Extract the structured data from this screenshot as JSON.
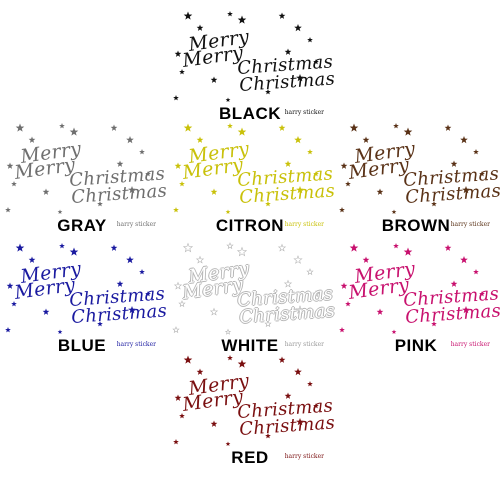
{
  "decal": {
    "line1": "Merry",
    "line2": "Merry",
    "line3": "Christmas",
    "line4": "Christmas",
    "brand": "harry sticker"
  },
  "variants": [
    {
      "label": "BLACK",
      "color": "#111111"
    },
    {
      "label": "GRAY",
      "color": "#6f6f6f"
    },
    {
      "label": "CITRON",
      "color": "#c9c10a"
    },
    {
      "label": "BROWN",
      "color": "#5a3217"
    },
    {
      "label": "BLUE",
      "color": "#1a1aa0"
    },
    {
      "label": "WHITE",
      "color": "#ffffff"
    },
    {
      "label": "PINK",
      "color": "#c8116e"
    },
    {
      "label": "RED",
      "color": "#7a0f10"
    }
  ]
}
